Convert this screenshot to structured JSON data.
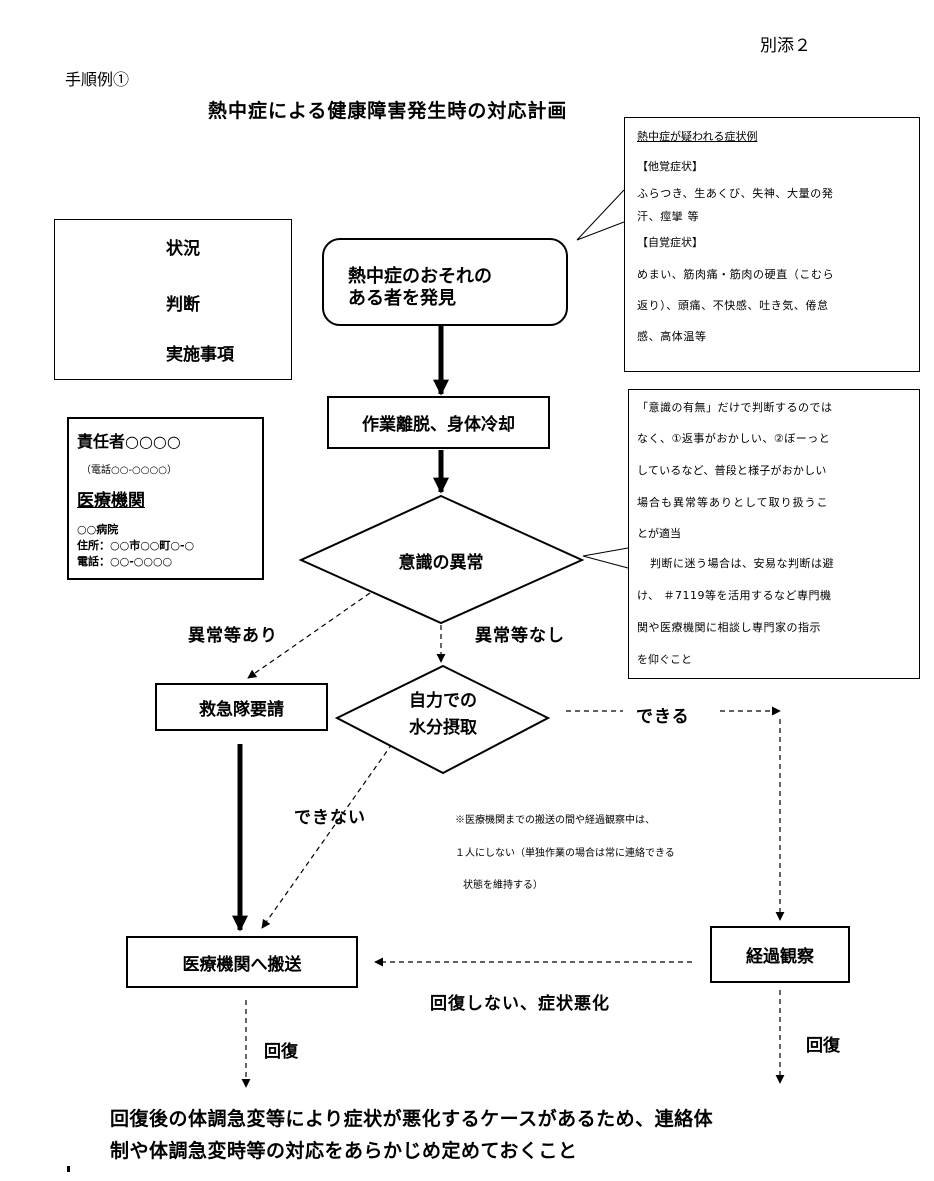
{
  "header": {
    "attachment_label": "別添２",
    "procedure_label": "手順例①",
    "title": "熱中症による健康障害発生時の対応計画"
  },
  "legend": {
    "situation": "状況",
    "judgment": "判断",
    "action": "実施事項"
  },
  "contact": {
    "manager": "責任者○○○○",
    "manager_phone": "（電話○○-○○○○）",
    "medical_heading": "医療機関",
    "hospital": "○○病院",
    "address": "住所：○○市○○町○-○",
    "phone": "電話：○○-○○○○"
  },
  "symptoms": {
    "heading": "熱中症が疑われる症状例",
    "other_label": "【他覚症状】",
    "other_line1": "ふらつき、生あくび、失神、大量の発",
    "other_line2": "汗、痙攣 等",
    "self_label": "【自覚症状】",
    "self_line1": "めまい、筋肉痛・筋肉の硬直（こむら",
    "self_line2": "返り）、頭痛、不快感、吐き気、倦怠",
    "self_line3": "感、高体温等"
  },
  "consciousness_note": {
    "line1": "「意識の有無」だけで判断するのでは",
    "line2": "なく、①返事がおかしい、②ぼーっと",
    "line3": "しているなど、普段と様子がおかしい",
    "line4": "場合も異常等ありとして取り扱うこ",
    "line5": "とが適当",
    "line6": "判断に迷う場合は、安易な判断は避",
    "line7": "け、 ＃7119等を活用するなど専門機",
    "line8": "関や医療機関に相談し専門家の指示",
    "line9": "を仰ぐこと"
  },
  "flow": {
    "discover_line1": "熱中症のおそれの",
    "discover_line2": "ある者を発見",
    "remove_cool": "作業離脱、身体冷却",
    "consciousness_abnormal": "意識の異常",
    "abnormal_yes": "異常等あり",
    "abnormal_no": "異常等なし",
    "request_ambulance": "救急隊要請",
    "self_hydration_line1": "自力での",
    "self_hydration_line2": "水分摂取",
    "can": "できる",
    "cannot": "できない",
    "transport": "医療機関へ搬送",
    "observe": "経過観察",
    "not_recover": "回復しない、症状悪化",
    "recover_left": "回復",
    "recover_right": "回復"
  },
  "transport_note": {
    "line1": "※医療機関までの搬送の間や経過観察中は、",
    "line2": "１人にしない（単独作業の場合は常に連絡できる",
    "line3": "状態を維持する）"
  },
  "footer": {
    "line1": "回復後の体調急変等により症状が悪化するケースがあるため、連絡体",
    "line2": "制や体調急変時等の対応をあらかじめ定めておくこと"
  }
}
